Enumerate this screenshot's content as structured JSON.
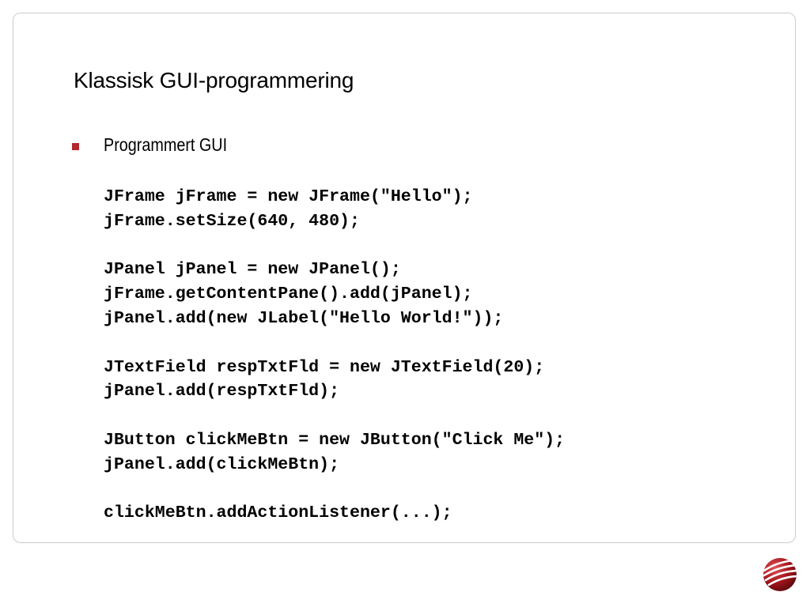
{
  "slide": {
    "title": "Klassisk GUI-programmering",
    "bullet": "Programmert GUI",
    "code_lines": [
      "JFrame jFrame = new JFrame(\"Hello\");",
      "jFrame.setSize(640, 480);",
      "",
      "JPanel jPanel = new JPanel();",
      "jFrame.getContentPane().add(jPanel);",
      "jPanel.add(new JLabel(\"Hello World!\"));",
      "",
      "JTextField respTxtFld = new JTextField(20);",
      "jPanel.add(respTxtFld);",
      "",
      "JButton clickMeBtn = new JButton(\"Click Me\");",
      "jPanel.add(clickMeBtn);",
      "",
      "clickMeBtn.addActionListener(...);"
    ]
  },
  "colors": {
    "accent": "#b3272e",
    "frame_border": "#d0d0d0"
  },
  "icons": {
    "logo": "sphere-logo-icon",
    "bullet": "square-bullet-icon"
  }
}
